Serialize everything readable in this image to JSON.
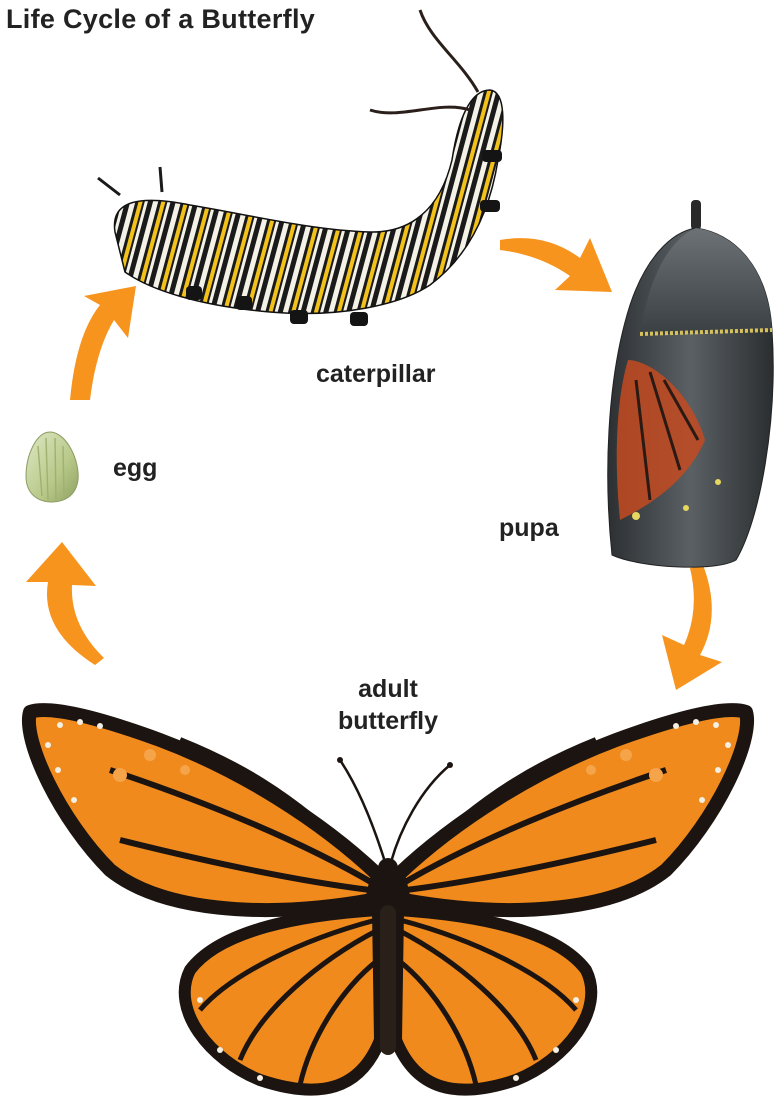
{
  "title": "Life Cycle of a Butterfly",
  "stages": {
    "egg": "egg",
    "caterpillar": "caterpillar",
    "pupa": "pupa",
    "adult_line1": "adult",
    "adult_line2": "butterfly"
  },
  "colors": {
    "arrow": "#f7941d",
    "wing_orange": "#f08a1c",
    "wing_black": "#1c1410",
    "egg_green": "#b8c98a",
    "pupa_gray": "#4a5054"
  },
  "icons": [
    "egg-illustration",
    "caterpillar-illustration",
    "pupa-illustration",
    "butterfly-illustration",
    "cycle-arrow-icon"
  ]
}
